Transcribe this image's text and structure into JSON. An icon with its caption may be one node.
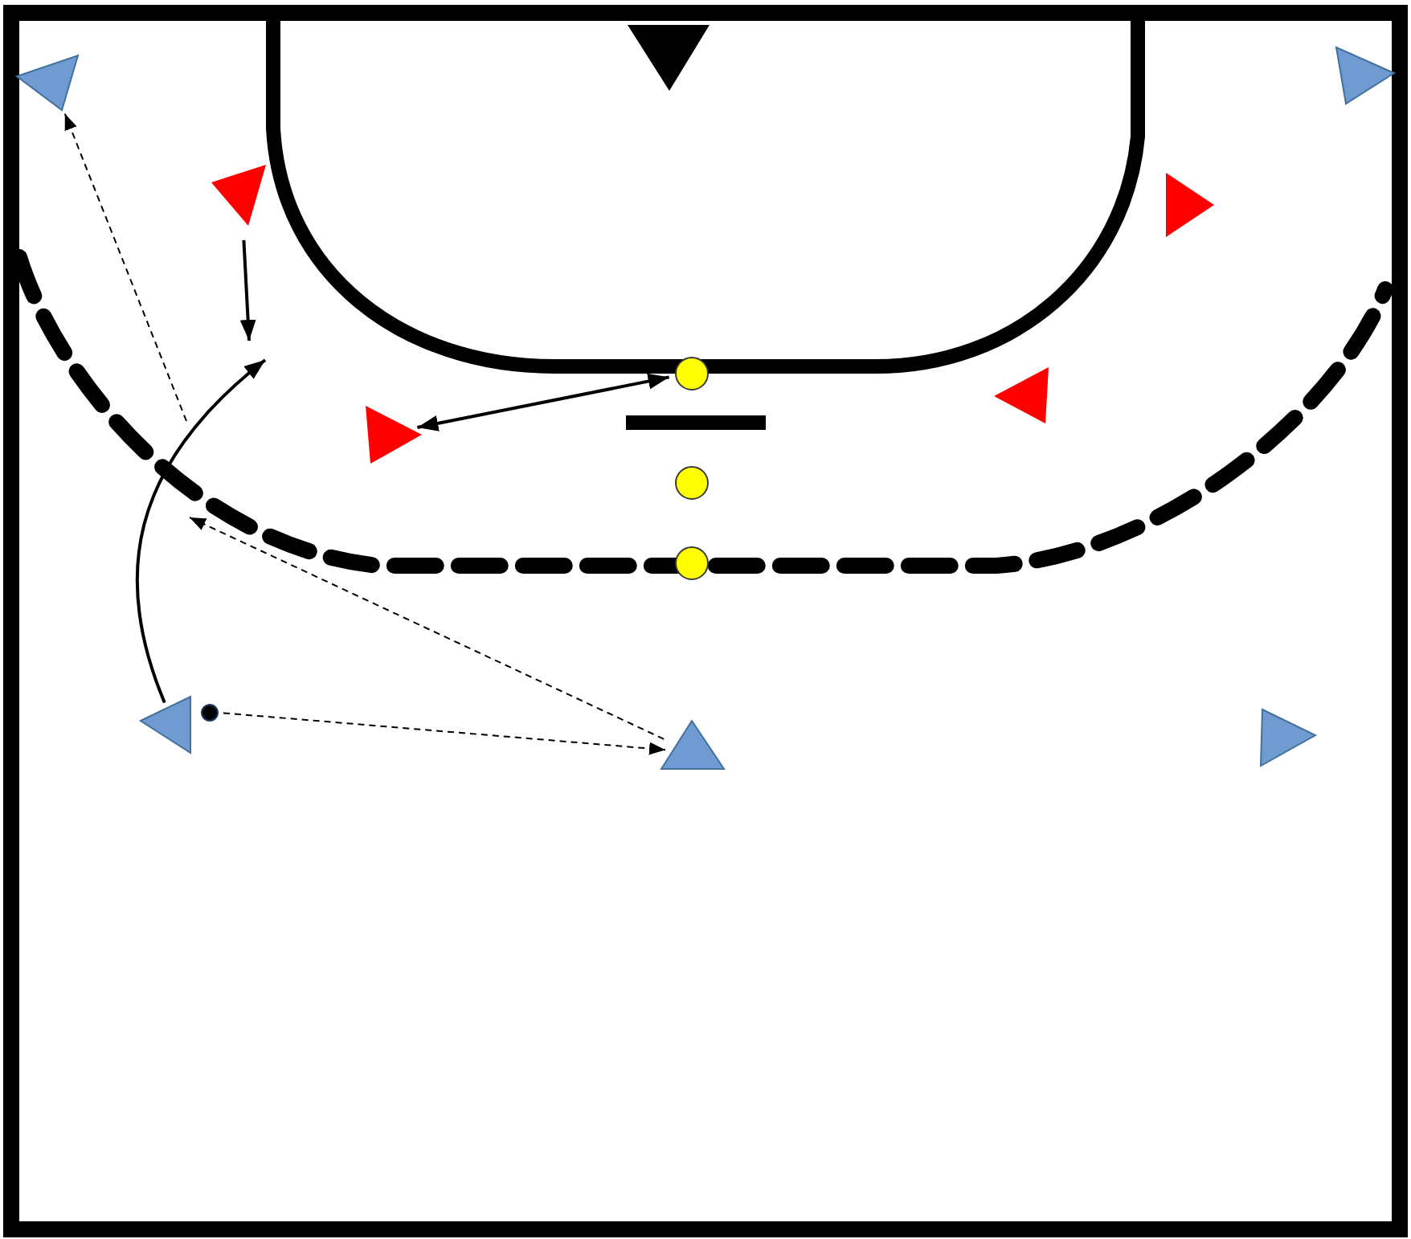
{
  "diagram": {
    "nodes": [
      {
        "text": [],
        "shape": "triangle"
      },
      {
        "text": [],
        "shape": "triangle"
      },
      {
        "text": [],
        "shape": "triangle"
      },
      {
        "text": [],
        "shape": "triangle"
      },
      {
        "text": [],
        "shape": "triangle"
      },
      {
        "text": [],
        "shape": "triangle"
      },
      {
        "text": [],
        "shape": "circle"
      },
      {
        "text": [],
        "shape": "bar"
      },
      {
        "text": [],
        "shape": "triangle"
      },
      {
        "text": [],
        "shape": "circle"
      },
      {
        "text": [],
        "shape": "circle"
      },
      {
        "text": [],
        "shape": "triangle"
      },
      {
        "text": [],
        "shape": "circle"
      },
      {
        "text": [],
        "shape": "triangle"
      },
      {
        "text": [],
        "shape": "triangle"
      }
    ],
    "edges": [
      {
        "from": null,
        "to": 0,
        "arrow": "to",
        "style": "dashed"
      },
      {
        "from": 13,
        "to": null,
        "arrow": "to",
        "style": "dashed"
      },
      {
        "from": 12,
        "to": 13,
        "arrow": "to",
        "style": "dashed"
      },
      {
        "from": 11,
        "to": null,
        "arrow": "to"
      },
      {
        "from": 3,
        "to": null,
        "arrow": "to"
      },
      {
        "from": 5,
        "to": 6,
        "arrow": "both"
      }
    ]
  }
}
